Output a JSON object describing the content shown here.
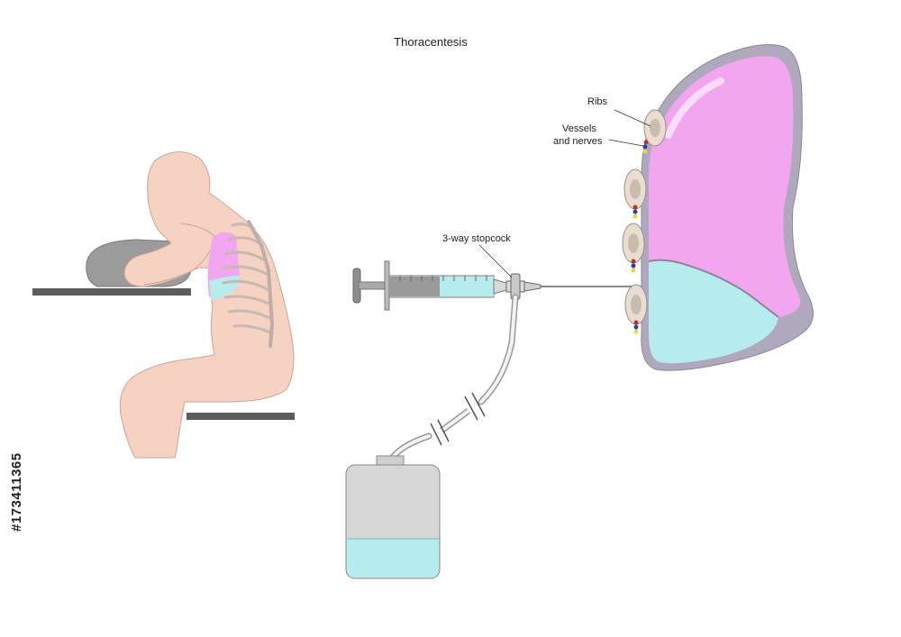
{
  "title": "Thoracentesis",
  "labels": {
    "ribs": "Ribs",
    "vessels_line1": "Vessels",
    "vessels_line2": "and nerves",
    "stopcock": "3-way stopcock"
  },
  "watermark_id": "#173411365",
  "colors": {
    "lung": "#f2a6ef",
    "fluid": "#b6ecee",
    "skin": "#f6d2c2",
    "pleura": "#b0a9be",
    "table": "#5c5c5c",
    "bottle": "#d7d7d7",
    "rib": "#e8ddd0"
  }
}
